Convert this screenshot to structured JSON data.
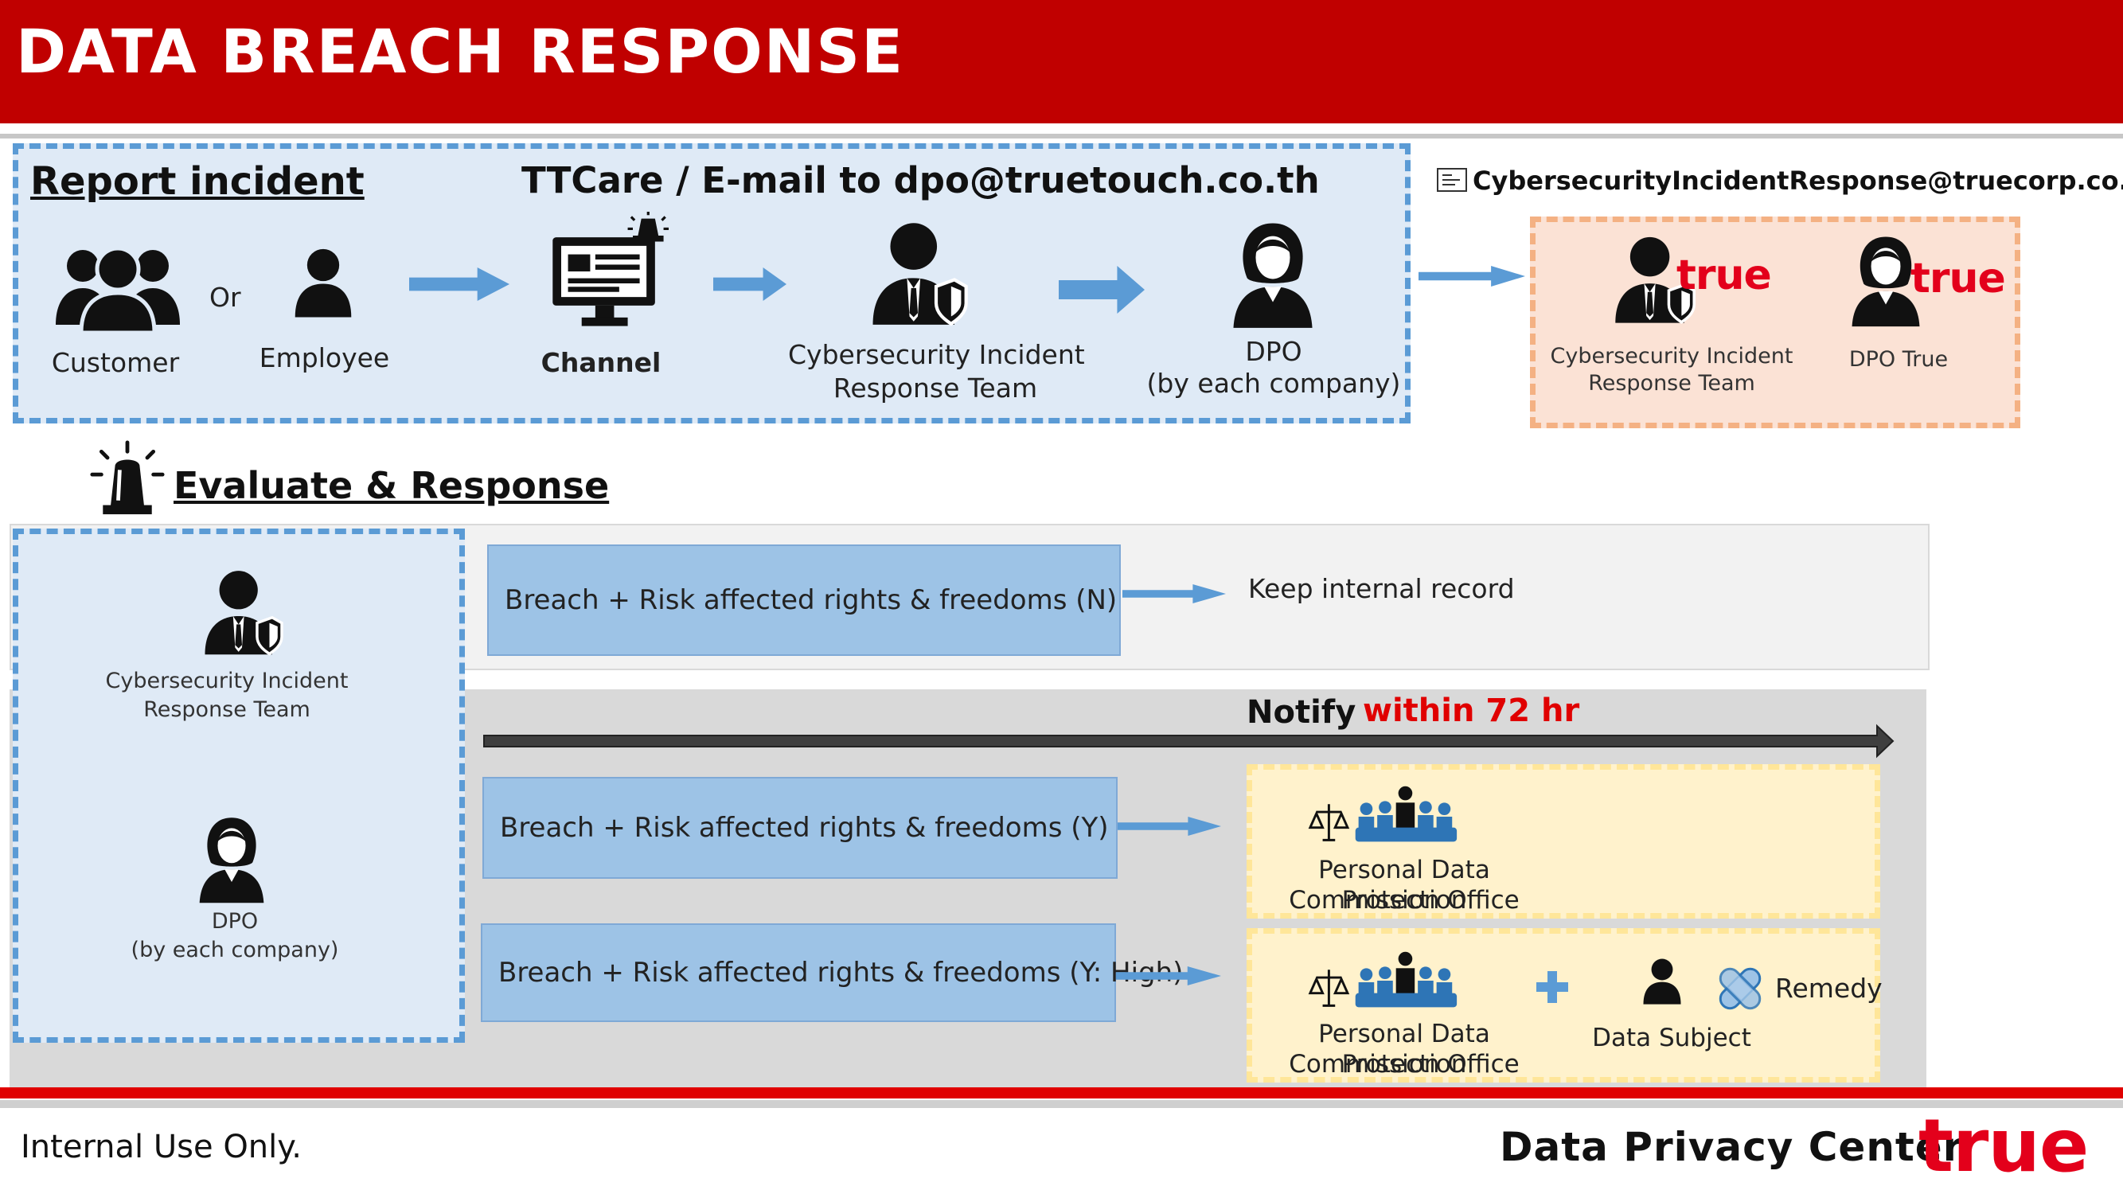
{
  "header": {
    "title": "DATA  BREACH  RESPONSE"
  },
  "report": {
    "title": "Report incident",
    "channel_text": "TTCare / E-mail to dpo@truetouch.co.th",
    "or_label": "Or",
    "customer_label": "Customer",
    "employee_label": "Employee",
    "channel_label": "Channel",
    "cirt_label_1": "Cybersecurity Incident",
    "cirt_label_2": "Response Team",
    "dpo_label_1": "DPO",
    "dpo_label_2": "(by each company)"
  },
  "external": {
    "email": "CybersecurityIncidentResponse@truecorp.co.th",
    "brand": "true",
    "cirt_label_1": "Cybersecurity Incident",
    "cirt_label_2": "Response Team",
    "dpo_label": "DPO True"
  },
  "evaluate": {
    "title": "Evaluate & Response",
    "cirt_label_1": "Cybersecurity Incident",
    "cirt_label_2": "Response Team",
    "dpo_label_1": "DPO",
    "dpo_label_2": "(by each company)",
    "breach_n": "Breach + Risk affected rights & freedoms (N)",
    "keep_record": "Keep internal record",
    "notify_label": "Notify",
    "notify_time": "within 72 hr",
    "breach_y": "Breach + Risk affected rights & freedoms (Y)",
    "breach_y_high": "Breach + Risk affected rights & freedoms (Y: High)",
    "pdpc_label_1": "Personal Data Protection",
    "pdpc_label_2": "Commission Office",
    "data_subject": "Data Subject",
    "remedy": "Remedy"
  },
  "footer": {
    "left": "Internal Use Only.",
    "center": "Data  Privacy  Center",
    "logo": "true"
  },
  "colors": {
    "brand_red": "#c00000",
    "panel_blue": "#dfeaf6",
    "dash_blue": "#5b9bd5",
    "breach_box": "#9dc3e6",
    "peach": "#fbe2d5",
    "yellow": "#fff2cc",
    "notify_red": "#e00000"
  }
}
